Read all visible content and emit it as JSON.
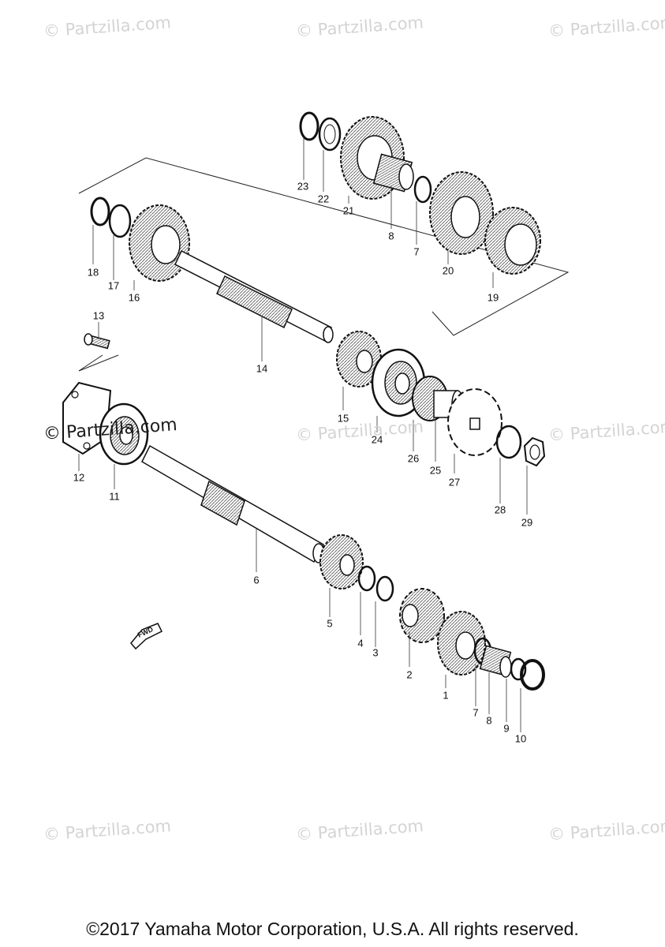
{
  "watermark": "© Partzilla.com",
  "watermark_dark": "© Partzilla.com",
  "fwd_label": "FWD",
  "copyright": "©2017 Yamaha Motor Corporation, U.S.A. All rights reserved.",
  "parts": [
    {
      "num": "1",
      "name": "gear"
    },
    {
      "num": "2",
      "name": "gear"
    },
    {
      "num": "3",
      "name": "circlip"
    },
    {
      "num": "4",
      "name": "washer"
    },
    {
      "num": "5",
      "name": "gear"
    },
    {
      "num": "6",
      "name": "main-axle"
    },
    {
      "num": "7",
      "name": "washer"
    },
    {
      "num": "8",
      "name": "bushing"
    },
    {
      "num": "9",
      "name": "circlip"
    },
    {
      "num": "10",
      "name": "washer"
    },
    {
      "num": "11",
      "name": "bearing"
    },
    {
      "num": "12",
      "name": "plate"
    },
    {
      "num": "13",
      "name": "bolt"
    },
    {
      "num": "14",
      "name": "drive-axle"
    },
    {
      "num": "15",
      "name": "gear"
    },
    {
      "num": "16",
      "name": "gear"
    },
    {
      "num": "17",
      "name": "washer"
    },
    {
      "num": "18",
      "name": "circlip"
    },
    {
      "num": "19",
      "name": "gear"
    },
    {
      "num": "20",
      "name": "gear"
    },
    {
      "num": "21",
      "name": "gear"
    },
    {
      "num": "22",
      "name": "washer"
    },
    {
      "num": "23",
      "name": "circlip"
    },
    {
      "num": "24",
      "name": "bearing"
    },
    {
      "num": "25",
      "name": "collar"
    },
    {
      "num": "26",
      "name": "oil-seal"
    },
    {
      "num": "27",
      "name": "sprocket"
    },
    {
      "num": "28",
      "name": "lock-washer"
    },
    {
      "num": "29",
      "name": "nut"
    }
  ]
}
